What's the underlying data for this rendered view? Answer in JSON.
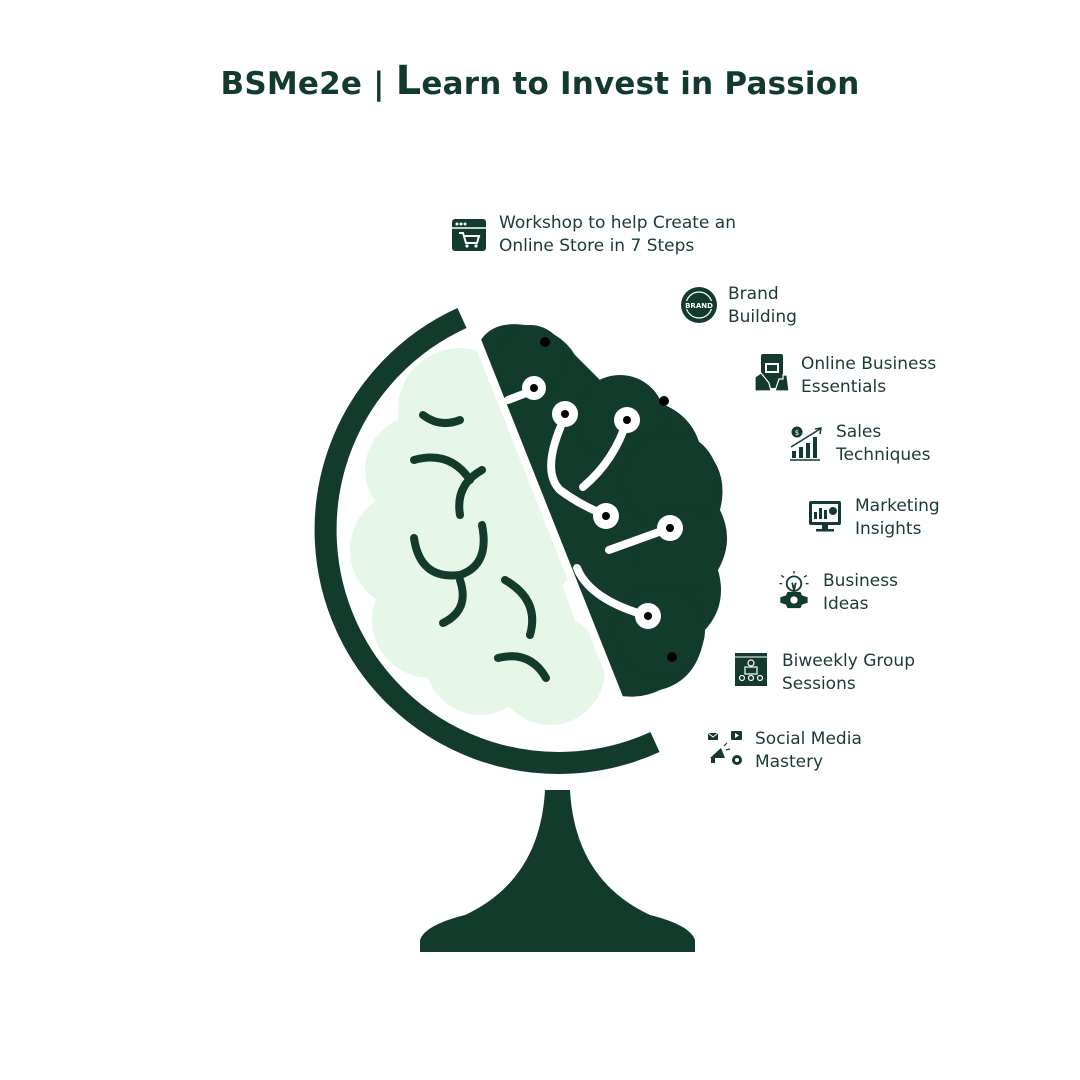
{
  "header": {
    "brand": "BSMe2e",
    "separator": "|",
    "tagline_first_letter": "L",
    "tagline_rest": "earn to Invest in Passion"
  },
  "colors": {
    "primary": "#133b2b",
    "light_green": "#e6f7e9",
    "background": "#ffffff"
  },
  "features": [
    {
      "icon": "online-store-cart-icon",
      "label": "Workshop to help Create an\nOnline Store in 7 Steps"
    },
    {
      "icon": "brand-badge-icon",
      "label": "Brand\nBuilding"
    },
    {
      "icon": "mobile-shop-hand-icon",
      "label": "Online Business\nEssentials"
    },
    {
      "icon": "sales-growth-chart-icon",
      "label": "Sales\nTechniques"
    },
    {
      "icon": "monitor-analytics-icon",
      "label": "Marketing\nInsights"
    },
    {
      "icon": "lightbulb-gear-icon",
      "label": "Business\nIdeas"
    },
    {
      "icon": "group-session-screen-icon",
      "label": "Biweekly Group\nSessions"
    },
    {
      "icon": "megaphone-social-icon",
      "label": "Social Media\nMastery"
    }
  ]
}
